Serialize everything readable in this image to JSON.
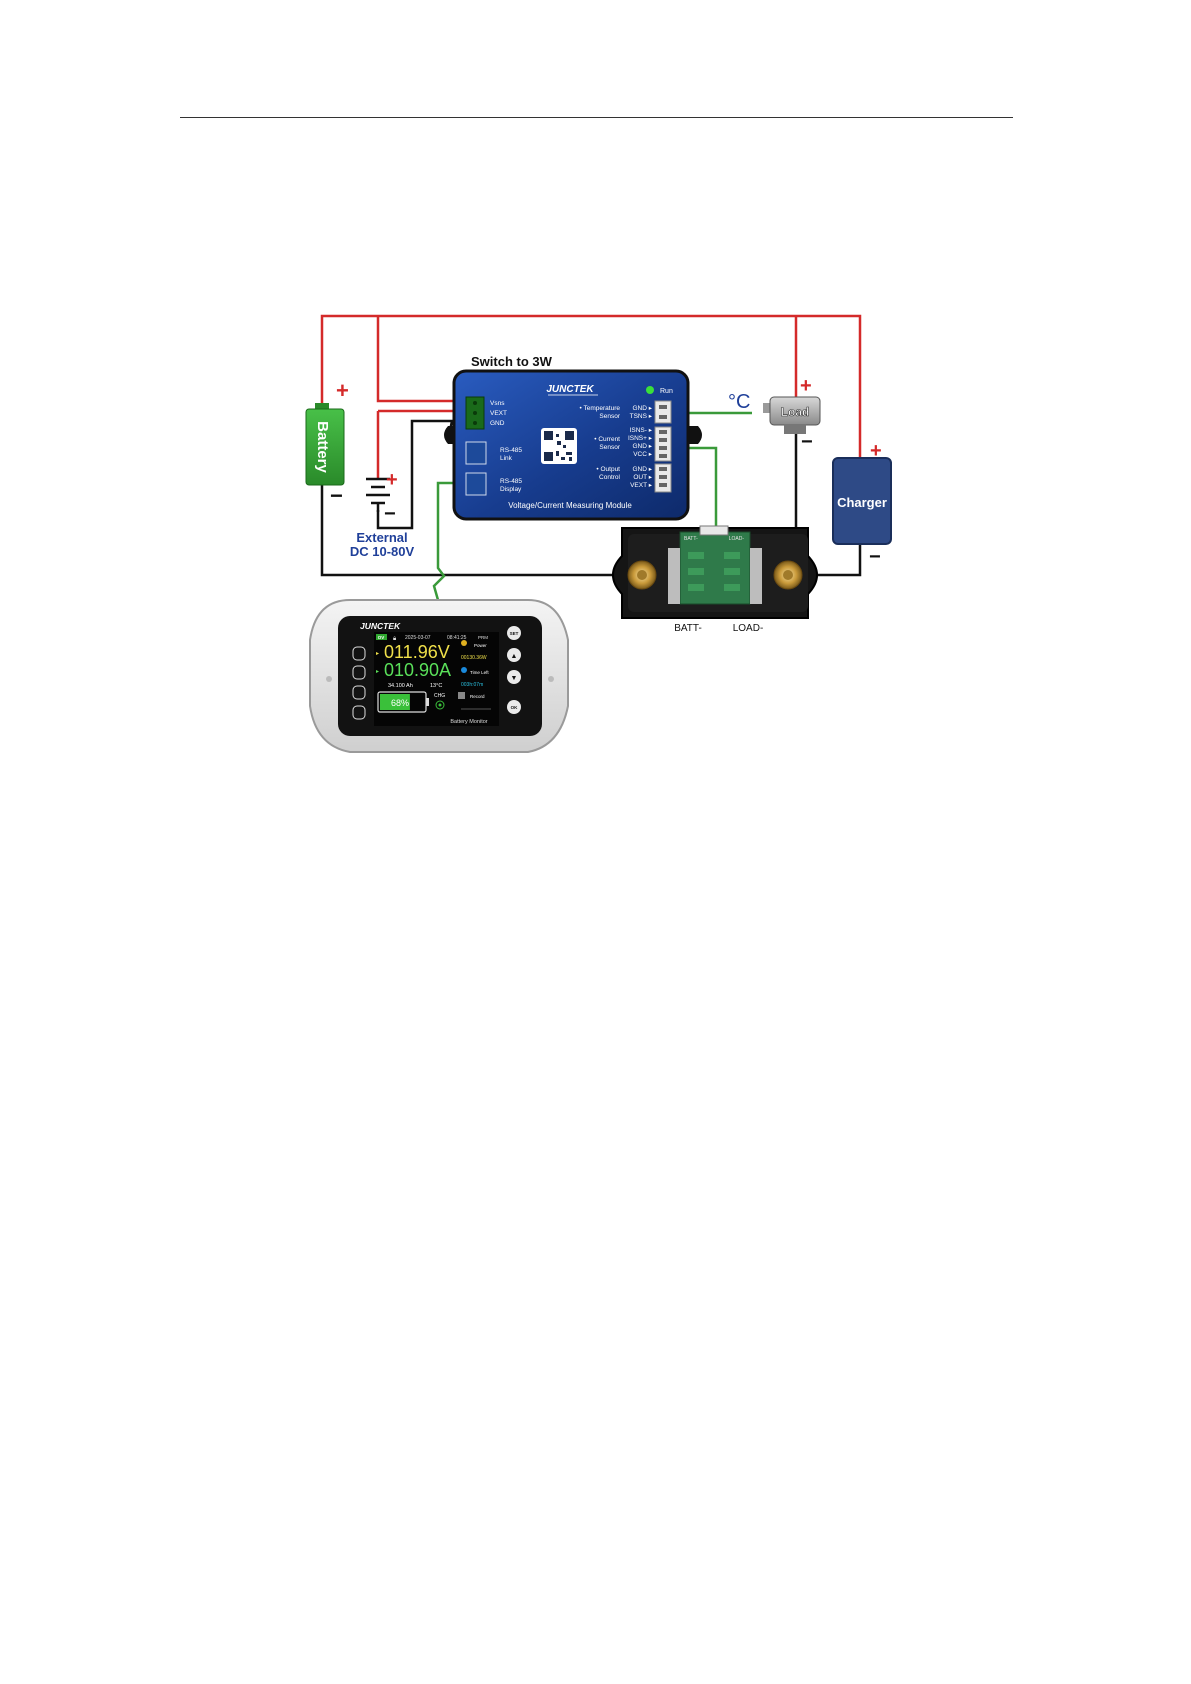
{
  "diagram": {
    "title": "Switch to 3W",
    "battery_label": "Battery",
    "charger_label": "Charger",
    "load_label": "Load",
    "temp_symbol": "°C",
    "external_line1": "External",
    "external_line2": "DC 10-80V",
    "plus": "+",
    "minus": "−",
    "shunt_left_label": "BATT-",
    "shunt_right_label": "LOAD-",
    "shunt_top_left": "BATT-",
    "shunt_top_right": "LOAD-"
  },
  "module": {
    "brand": "JUNCTEK",
    "run_label": "Run",
    "pins_left": [
      "Vsns",
      "VEXT",
      "GND"
    ],
    "rs485_link": [
      "RS-485",
      "Link"
    ],
    "rs485_display": [
      "RS-485",
      "Display"
    ],
    "temp_sensor": [
      "• Temperature",
      "Sensor"
    ],
    "temp_pins": [
      "GND ▸",
      "TSNS ▸"
    ],
    "current_sensor": [
      "• Current",
      "Sensor"
    ],
    "current_pins": [
      "ISNS- ▸",
      "ISNS+ ▸",
      "GND ▸",
      "VCC ▸"
    ],
    "output_control": [
      "• Output",
      "Control"
    ],
    "output_pins": [
      "GND ▸",
      "OUT ▸",
      "VEXT ▸"
    ],
    "footer": "Voltage/Current Measuring Module"
  },
  "monitor": {
    "brand": "JUNCTEK",
    "status_tag": "OV",
    "date": "2025-03-07",
    "time": "08:41:25",
    "mode": "PRM",
    "voltage": "011.96V",
    "current": "010.90A",
    "power_label": "Power",
    "power_value": "00130.36W",
    "time_left_label": "Time Left",
    "time_left_value": "003h:07m",
    "capacity": "34.100 Ah",
    "temperature": "13°C",
    "battery_percent": "68%",
    "chg_label": "CHG",
    "record_label": "Record",
    "footer": "Battery Monitor",
    "buttons": [
      "SET",
      "▲",
      "▼",
      "OK"
    ]
  },
  "colors": {
    "wire_red": "#d42a2a",
    "wire_black": "#111111",
    "wire_green": "#3a9a3a",
    "battery_green": "#2f9a2f",
    "charger_blue": "#2e4a86",
    "module_blue": "#173c8e",
    "label_blue": "#1f3f99"
  }
}
